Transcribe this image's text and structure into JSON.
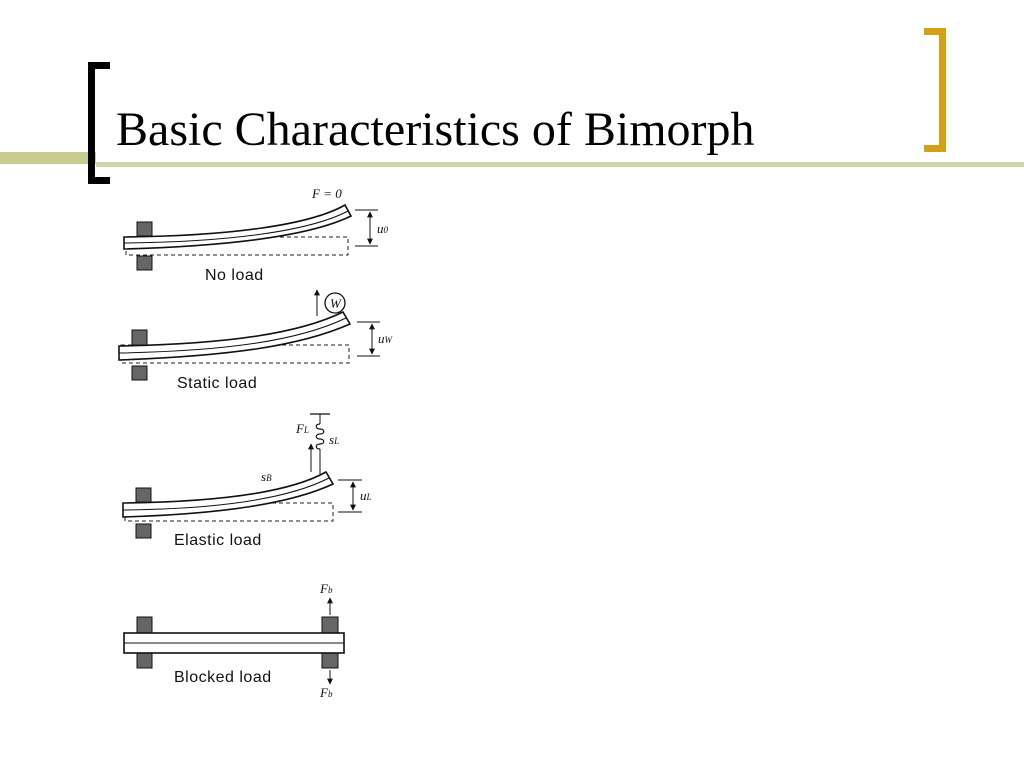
{
  "slide": {
    "title": "Basic Characteristics of Bimorph",
    "colors": {
      "title_bracket": "#000000",
      "accent_bracket": "#d4a017",
      "rule": "#c8cc8f"
    }
  },
  "panels": {
    "no_load": {
      "label": "No load",
      "force_symbol": "F = 0",
      "disp_symbol": "u",
      "disp_sub": "0"
    },
    "static_load": {
      "label": "Static load",
      "weight_symbol": "W",
      "disp_symbol": "u",
      "disp_sub": "W"
    },
    "elastic_load": {
      "label": "Elastic load",
      "force_symbol": "F",
      "force_sub": "L",
      "spring_symbol": "s",
      "spring_sub": "L",
      "beam_stiffness_symbol": "s",
      "beam_stiffness_sub": "B",
      "disp_symbol": "u",
      "disp_sub": "L"
    },
    "blocked_load": {
      "label": "Blocked load",
      "force_top_symbol": "F",
      "force_top_sub": "b",
      "force_bottom_symbol": "F",
      "force_bottom_sub": "b"
    }
  }
}
